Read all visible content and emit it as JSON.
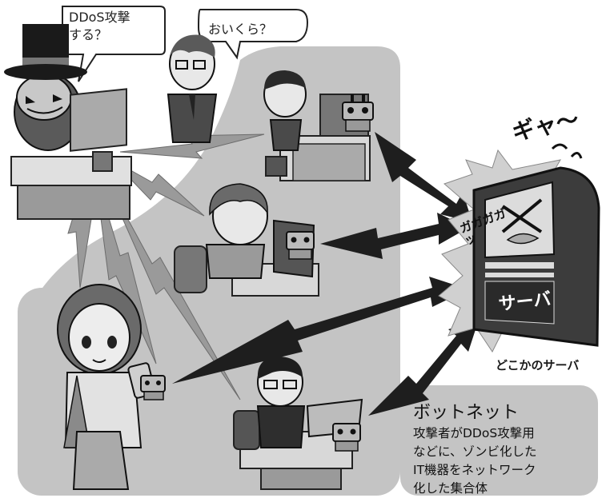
{
  "speech_bubbles": {
    "attacker_offer": "DDoS攻撃\nする？",
    "client_question": "おいくら？"
  },
  "server": {
    "screen_label": "サーバ",
    "caption": "どこかのサーバ"
  },
  "sound_effects": {
    "scream": "ギャ〜",
    "impact": "ガガガガッ"
  },
  "legend": {
    "title": "ボットネット",
    "description": "攻撃者がDDoS攻撃用\nなどに、ゾンビ化した\nIT機器をネットワーク\n化した集合体"
  },
  "colors": {
    "botnet_region": "#c4c4c4",
    "attack_arrow": "#1e1e1e",
    "control_bolt": "#9a9a9a",
    "server_body": "#3c3c3c",
    "server_screen": "#dcdcdc",
    "impact_burst": "#d0d0d0"
  },
  "icons": {
    "attacker": "attacker-pumpkin-hat-figure",
    "client": "client-businessman-figure",
    "bot": "robot-zombie-icon",
    "server": "server-cabinet-icon"
  }
}
